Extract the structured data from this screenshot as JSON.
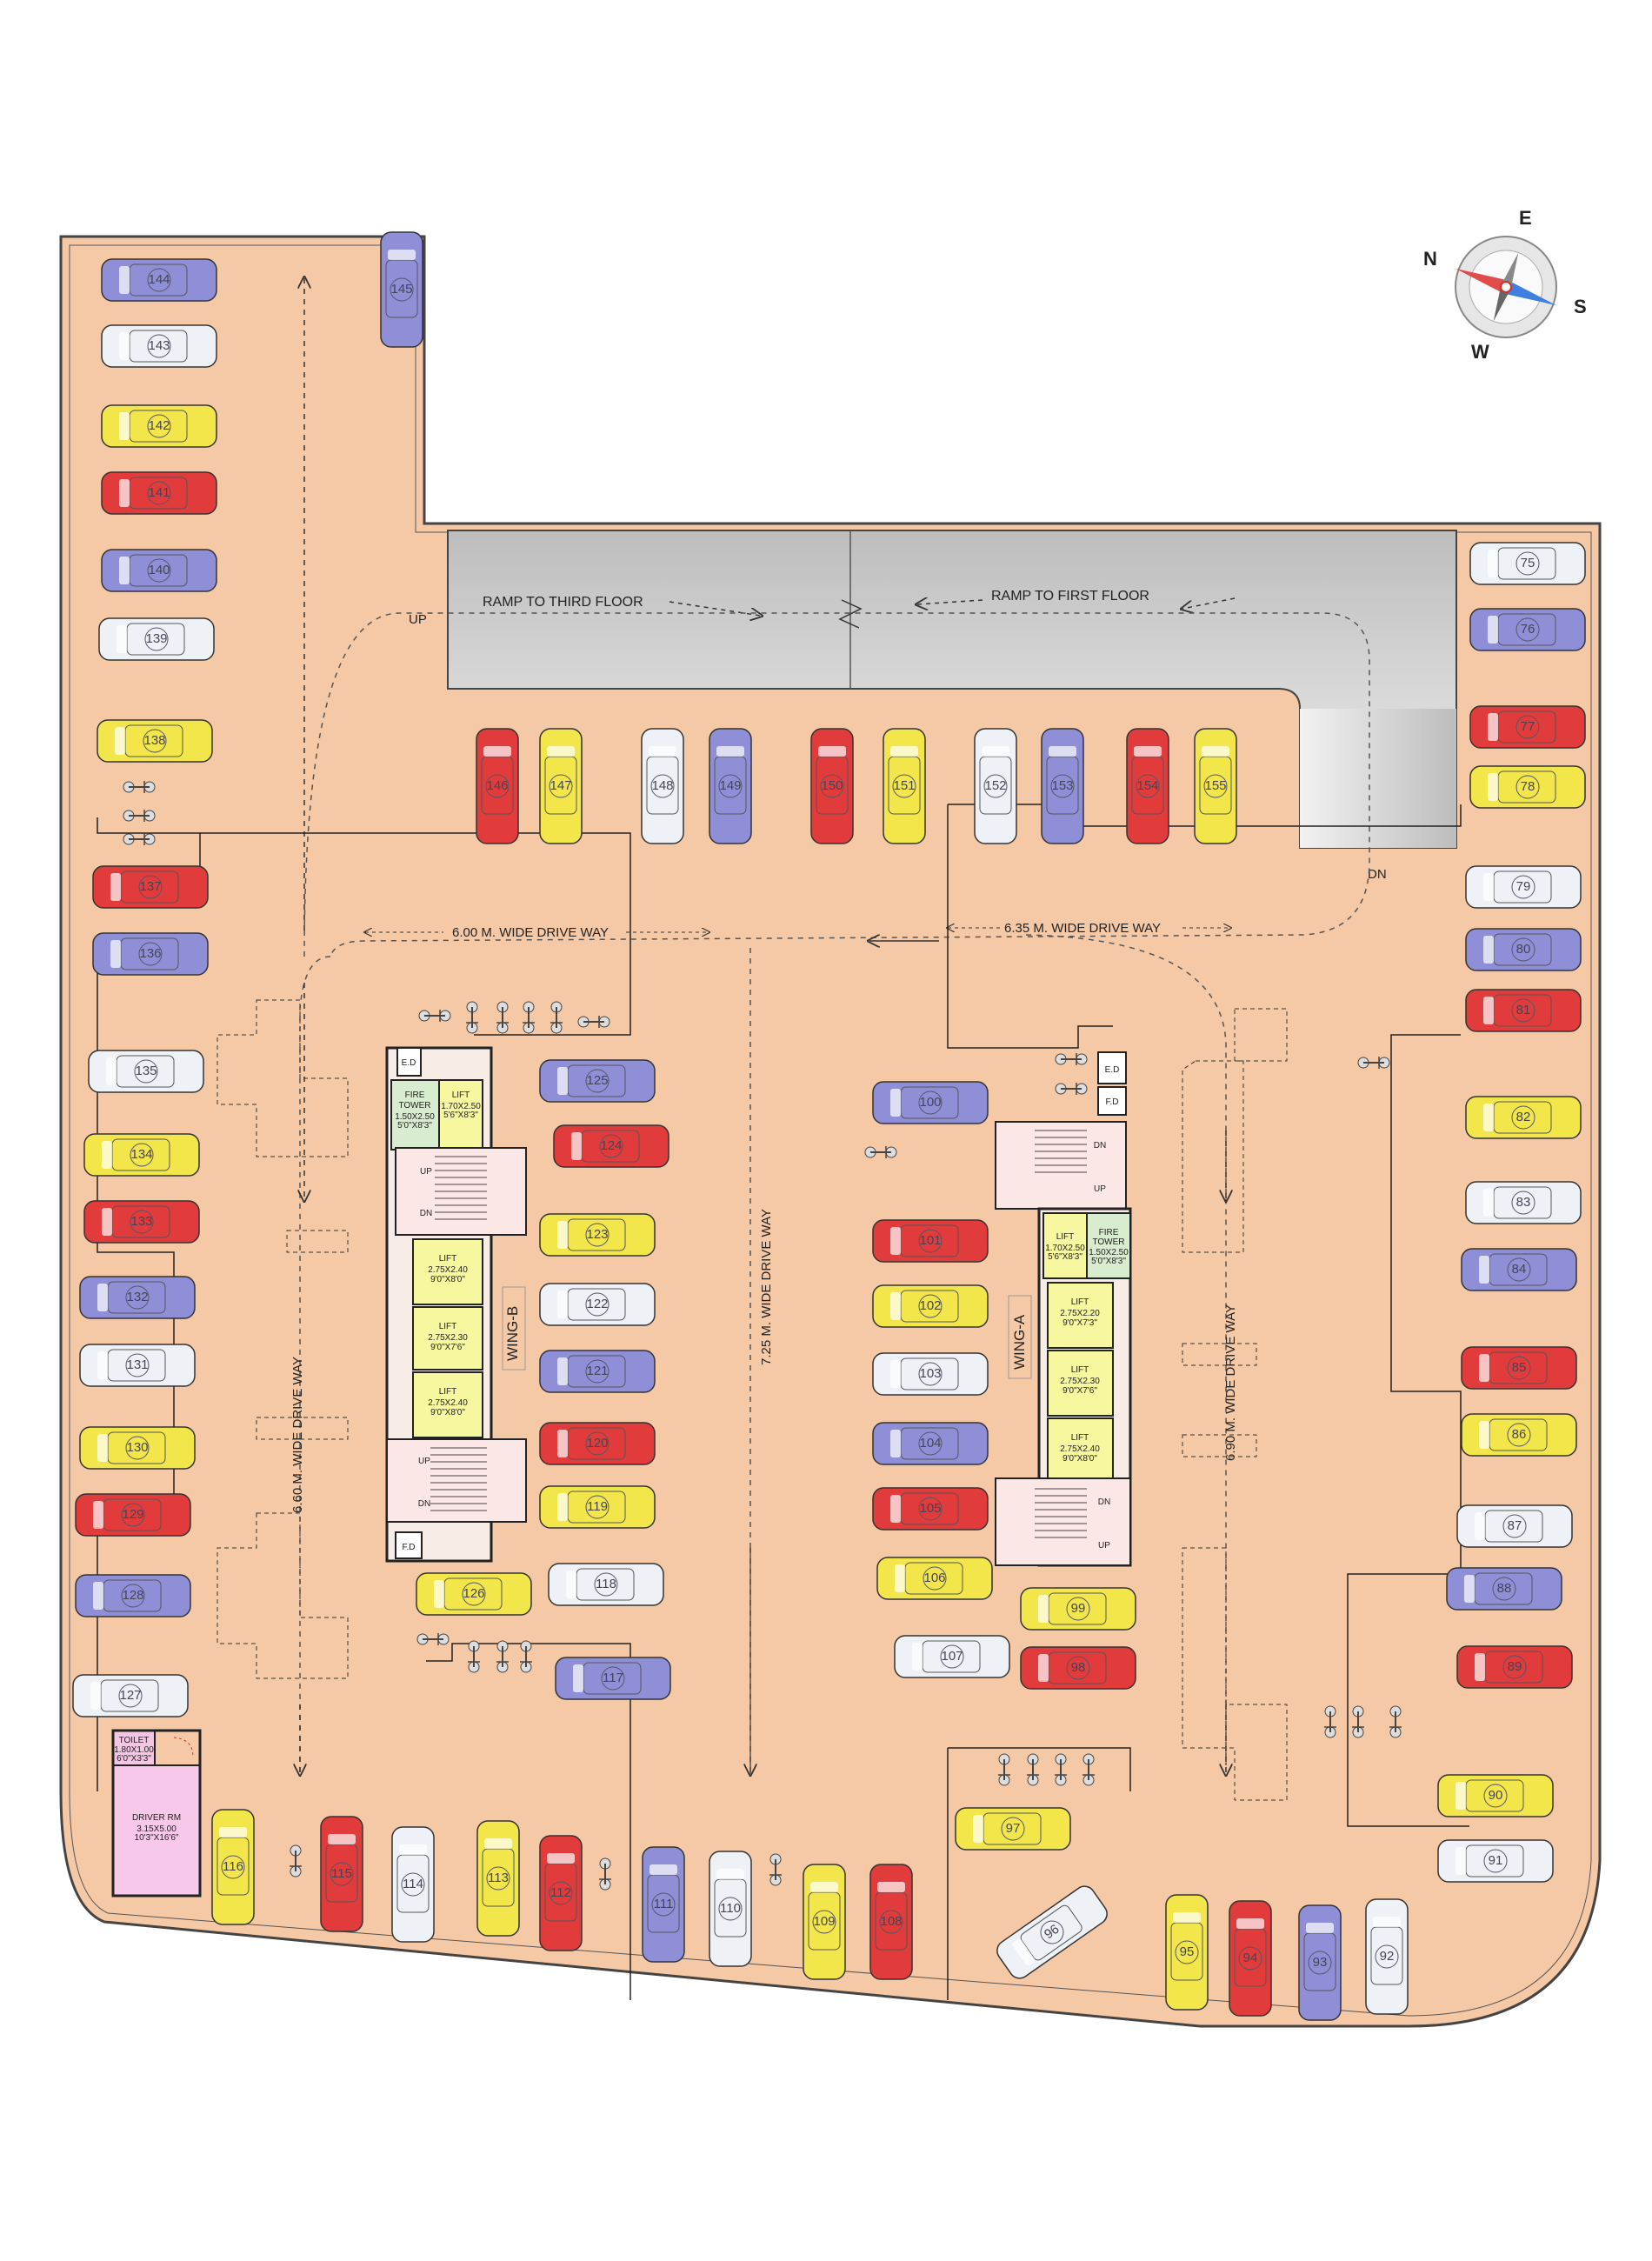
{
  "ramps": {
    "third": "RAMP TO THIRD FLOOR",
    "first": "RAMP TO FIRST FLOOR",
    "up": "UP",
    "dn": "DN"
  },
  "driveways": {
    "top_left": "6.00 M. WIDE DRIVE WAY",
    "top_right": "6.35 M. WIDE DRIVE WAY",
    "left": "6.60 M. WIDE DRIVE WAY",
    "center": "7.25 M. WIDE DRIVE WAY",
    "right": "6.90 M. WIDE DRIVE WAY"
  },
  "wings": {
    "b": "WING-B",
    "a": "WING-A"
  },
  "compass": {
    "n": "N",
    "e": "E",
    "s": "S",
    "w": "W"
  },
  "rooms": {
    "toilet": "TOILET",
    "toilet_dim1": "1.80X1.00",
    "toilet_dim2": "6'0\"X3'3\"",
    "driver": "DRIVER RM",
    "driver_dim1": "3.15X5.00",
    "driver_dim2": "10'3\"X16'6\""
  },
  "core_b": {
    "ed": "E.D",
    "fire": "FIRE",
    "tower": "TOWER",
    "fire_dim1": "1.50X2.50",
    "fire_dim2": "5'0\"X8'3\"",
    "lift_small": "LIFT",
    "lift_small_dim1": "1.70X2.50",
    "lift_small_dim2": "5'6\"X8'3\"",
    "up": "UP",
    "dn": "DN",
    "lifts": [
      {
        "label": "LIFT",
        "dim1": "2.75X2.40",
        "dim2": "9'0\"X8'0\""
      },
      {
        "label": "LIFT",
        "dim1": "2.75X2.30",
        "dim2": "9'0\"X7'6\""
      },
      {
        "label": "LIFT",
        "dim1": "2.75X2.40",
        "dim2": "9'0\"X8'0\""
      }
    ],
    "fd": "F.D"
  },
  "core_a": {
    "ed": "E.D",
    "fd": "F.D",
    "dn": "DN",
    "up": "UP",
    "lift_small": "LIFT",
    "lift_small_dim1": "1.70X2.50",
    "lift_small_dim2": "5'6\"X8'3\"",
    "fire": "FIRE",
    "tower": "TOWER",
    "fire_dim1": "1.50X2.50",
    "fire_dim2": "5'0\"X8'3\"",
    "lifts": [
      {
        "label": "LIFT",
        "dim1": "2.75X2.20",
        "dim2": "9'0\"X7'3\""
      },
      {
        "label": "LIFT",
        "dim1": "2.75X2.30",
        "dim2": "9'0\"X7'6\""
      },
      {
        "label": "LIFT",
        "dim1": "2.75X2.40",
        "dim2": "9'0\"X8'0\""
      }
    ]
  },
  "parking_slots": [
    {
      "num": "144",
      "color": "purple"
    },
    {
      "num": "145",
      "color": "purple"
    },
    {
      "num": "143",
      "color": "white"
    },
    {
      "num": "142",
      "color": "yellow"
    },
    {
      "num": "141",
      "color": "red"
    },
    {
      "num": "140",
      "color": "purple"
    },
    {
      "num": "139",
      "color": "white"
    },
    {
      "num": "138",
      "color": "yellow"
    },
    {
      "num": "137",
      "color": "red"
    },
    {
      "num": "136",
      "color": "purple"
    },
    {
      "num": "135",
      "color": "white"
    },
    {
      "num": "134",
      "color": "yellow"
    },
    {
      "num": "133",
      "color": "red"
    },
    {
      "num": "132",
      "color": "purple"
    },
    {
      "num": "131",
      "color": "white"
    },
    {
      "num": "130",
      "color": "yellow"
    },
    {
      "num": "129",
      "color": "red"
    },
    {
      "num": "128",
      "color": "purple"
    },
    {
      "num": "127",
      "color": "white"
    },
    {
      "num": "146",
      "color": "red"
    },
    {
      "num": "147",
      "color": "yellow"
    },
    {
      "num": "148",
      "color": "white"
    },
    {
      "num": "149",
      "color": "purple"
    },
    {
      "num": "150",
      "color": "red"
    },
    {
      "num": "151",
      "color": "yellow"
    },
    {
      "num": "152",
      "color": "white"
    },
    {
      "num": "153",
      "color": "purple"
    },
    {
      "num": "154",
      "color": "red"
    },
    {
      "num": "155",
      "color": "yellow"
    },
    {
      "num": "75",
      "color": "white"
    },
    {
      "num": "76",
      "color": "purple"
    },
    {
      "num": "77",
      "color": "red"
    },
    {
      "num": "78",
      "color": "yellow"
    },
    {
      "num": "79",
      "color": "white"
    },
    {
      "num": "80",
      "color": "purple"
    },
    {
      "num": "81",
      "color": "red"
    },
    {
      "num": "82",
      "color": "yellow"
    },
    {
      "num": "83",
      "color": "white"
    },
    {
      "num": "84",
      "color": "purple"
    },
    {
      "num": "85",
      "color": "red"
    },
    {
      "num": "86",
      "color": "yellow"
    },
    {
      "num": "87",
      "color": "white"
    },
    {
      "num": "88",
      "color": "purple"
    },
    {
      "num": "89",
      "color": "red"
    },
    {
      "num": "90",
      "color": "yellow"
    },
    {
      "num": "91",
      "color": "white"
    },
    {
      "num": "125",
      "color": "purple"
    },
    {
      "num": "124",
      "color": "red"
    },
    {
      "num": "123",
      "color": "yellow"
    },
    {
      "num": "122",
      "color": "white"
    },
    {
      "num": "121",
      "color": "purple"
    },
    {
      "num": "120",
      "color": "red"
    },
    {
      "num": "119",
      "color": "yellow"
    },
    {
      "num": "118",
      "color": "white"
    },
    {
      "num": "126",
      "color": "yellow"
    },
    {
      "num": "117",
      "color": "purple"
    },
    {
      "num": "100",
      "color": "purple"
    },
    {
      "num": "101",
      "color": "red"
    },
    {
      "num": "102",
      "color": "yellow"
    },
    {
      "num": "103",
      "color": "white"
    },
    {
      "num": "104",
      "color": "purple"
    },
    {
      "num": "105",
      "color": "red"
    },
    {
      "num": "106",
      "color": "yellow"
    },
    {
      "num": "107",
      "color": "white"
    },
    {
      "num": "99",
      "color": "yellow"
    },
    {
      "num": "98",
      "color": "red"
    },
    {
      "num": "97",
      "color": "yellow"
    },
    {
      "num": "116",
      "color": "yellow"
    },
    {
      "num": "115",
      "color": "red"
    },
    {
      "num": "114",
      "color": "white"
    },
    {
      "num": "113",
      "color": "yellow"
    },
    {
      "num": "112",
      "color": "red"
    },
    {
      "num": "111",
      "color": "purple"
    },
    {
      "num": "110",
      "color": "white"
    },
    {
      "num": "109",
      "color": "yellow"
    },
    {
      "num": "108",
      "color": "red"
    },
    {
      "num": "96",
      "color": "white"
    },
    {
      "num": "95",
      "color": "yellow"
    },
    {
      "num": "94",
      "color": "red"
    },
    {
      "num": "93",
      "color": "purple"
    },
    {
      "num": "92",
      "color": "white"
    }
  ],
  "palette": {
    "floor": "#f6c9a6",
    "ramp": "#d8d8d8",
    "purple": "#8f8fd8",
    "white": "#eef2f7",
    "yellow": "#f2e64a",
    "red": "#e23b3b",
    "core_green": "#d8ecd0",
    "lift_yellow": "#f7f7a0",
    "toilet": "#f4c6e4",
    "driver": "#f7c8ea"
  }
}
